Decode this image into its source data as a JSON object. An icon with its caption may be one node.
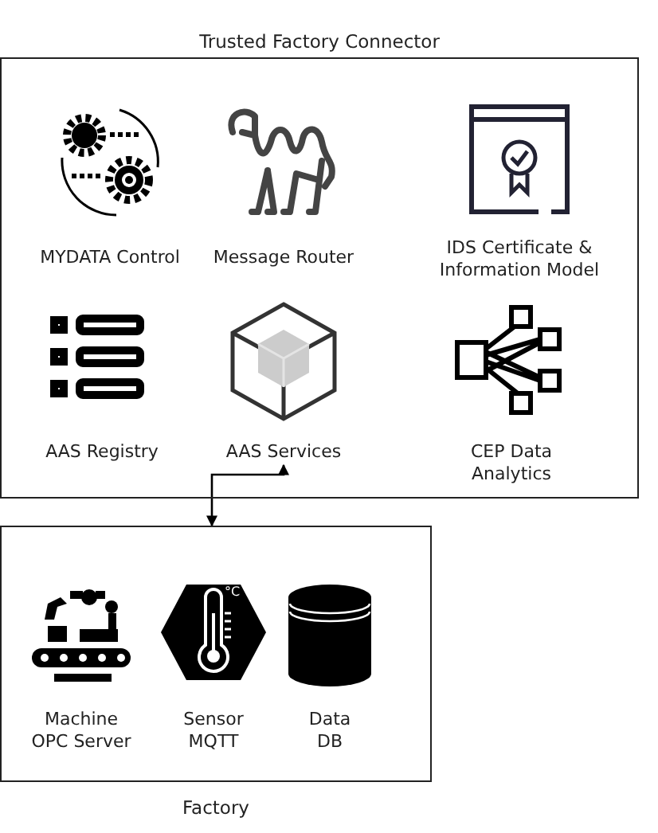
{
  "diagram": {
    "nodes": [
      {
        "text": [
          "Trusted Factory Connector"
        ]
      },
      {
        "text": [
          "MYDATA Control"
        ],
        "in": 0
      },
      {
        "text": [
          "Message Router"
        ],
        "in": 0
      },
      {
        "text": [
          "IDS Certificate & Information Model"
        ],
        "in": 0
      },
      {
        "text": [
          "AAS Registry"
        ],
        "in": 0
      },
      {
        "text": [
          "AAS Services"
        ],
        "in": 0
      },
      {
        "text": [
          "CEP Data Analytics"
        ],
        "in": 0
      },
      {
        "text": [
          "Factory"
        ]
      },
      {
        "text": [
          "Machine OPC Server"
        ],
        "in": 7
      },
      {
        "text": [
          "Sensor MQTT"
        ],
        "in": 7
      },
      {
        "text": [
          "Data DB"
        ],
        "in": 7
      }
    ],
    "edges": [
      {
        "from": 5,
        "to": 7,
        "arrow": "both"
      }
    ],
    "labels": [
      "°C"
    ]
  }
}
